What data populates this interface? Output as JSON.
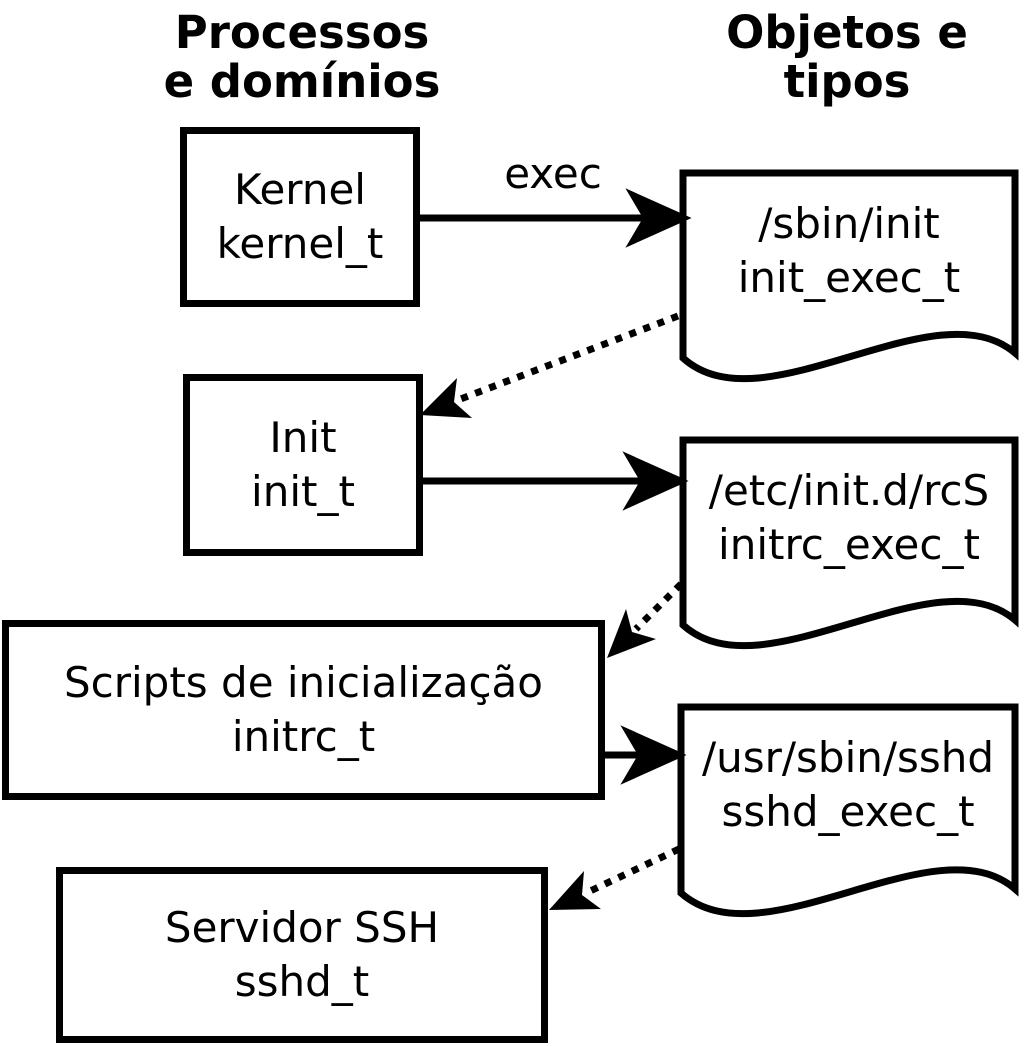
{
  "headers": {
    "left": {
      "line1": "Processos",
      "line2": "e domínios"
    },
    "right": {
      "line1": "Objetos e",
      "line2": "tipos"
    }
  },
  "processes": [
    {
      "name": "Kernel",
      "domain": "kernel_t"
    },
    {
      "name": "Init",
      "domain": "init_t"
    },
    {
      "name": "Scripts de inicialização",
      "domain": "initrc_t"
    },
    {
      "name": "Servidor SSH",
      "domain": "sshd_t"
    }
  ],
  "objects": [
    {
      "path": "/sbin/init",
      "type": "init_exec_t"
    },
    {
      "path": "/etc/init.d/rcS",
      "type": "initrc_exec_t"
    },
    {
      "path": "/usr/sbin/sshd",
      "type": "sshd_exec_t"
    }
  ],
  "arrows": {
    "exec_label": "exec"
  },
  "colors": {
    "stroke": "#000000",
    "fill": "#ffffff"
  }
}
